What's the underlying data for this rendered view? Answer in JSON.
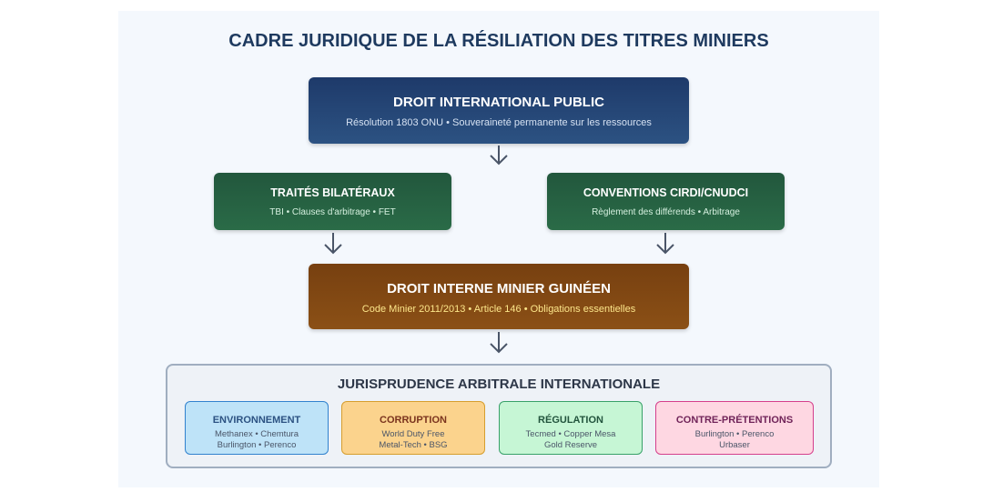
{
  "title": "CADRE JURIDIQUE DE LA RÉSILIATION DES TITRES MINIERS",
  "international": {
    "title": "DROIT INTERNATIONAL PUBLIC",
    "subtitle": "Résolution 1803 ONU • Souveraineté permanente sur les ressources"
  },
  "bilateral": {
    "title": "TRAITÉS BILATÉRAUX",
    "subtitle": "TBI • Clauses d'arbitrage • FET"
  },
  "conventions": {
    "title": "CONVENTIONS CIRDI/CNUDCI",
    "subtitle": "Règlement des différends • Arbitrage"
  },
  "domestic": {
    "title": "DROIT INTERNE MINIER GUINÉEN",
    "subtitle": "Code Minier 2011/2013 • Article 146 • Obligations essentielles"
  },
  "jurisprudence": {
    "title": "JURISPRUDENCE ARBITRALE INTERNATIONALE",
    "cards": [
      {
        "title": "ENVIRONNEMENT",
        "line1": "Methanex • Chemtura",
        "line2": "Burlington • Perenco",
        "bg": "#bee3f8",
        "border": "#3182ce",
        "color": "#2c5282"
      },
      {
        "title": "CORRUPTION",
        "line1": "World Duty Free",
        "line2": "Metal-Tech • BSG",
        "bg": "#fbd38d",
        "border": "#d69e2e",
        "color": "#7b341e"
      },
      {
        "title": "RÉGULATION",
        "line1": "Tecmed • Copper Mesa",
        "line2": "Gold Reserve",
        "bg": "#c6f6d5",
        "border": "#38a169",
        "color": "#22543d"
      },
      {
        "title": "CONTRE-PRÉTENTIONS",
        "line1": "Burlington • Perenco",
        "line2": "Urbaser",
        "bg": "#fed7e2",
        "border": "#d53f8c",
        "color": "#702459"
      }
    ]
  }
}
